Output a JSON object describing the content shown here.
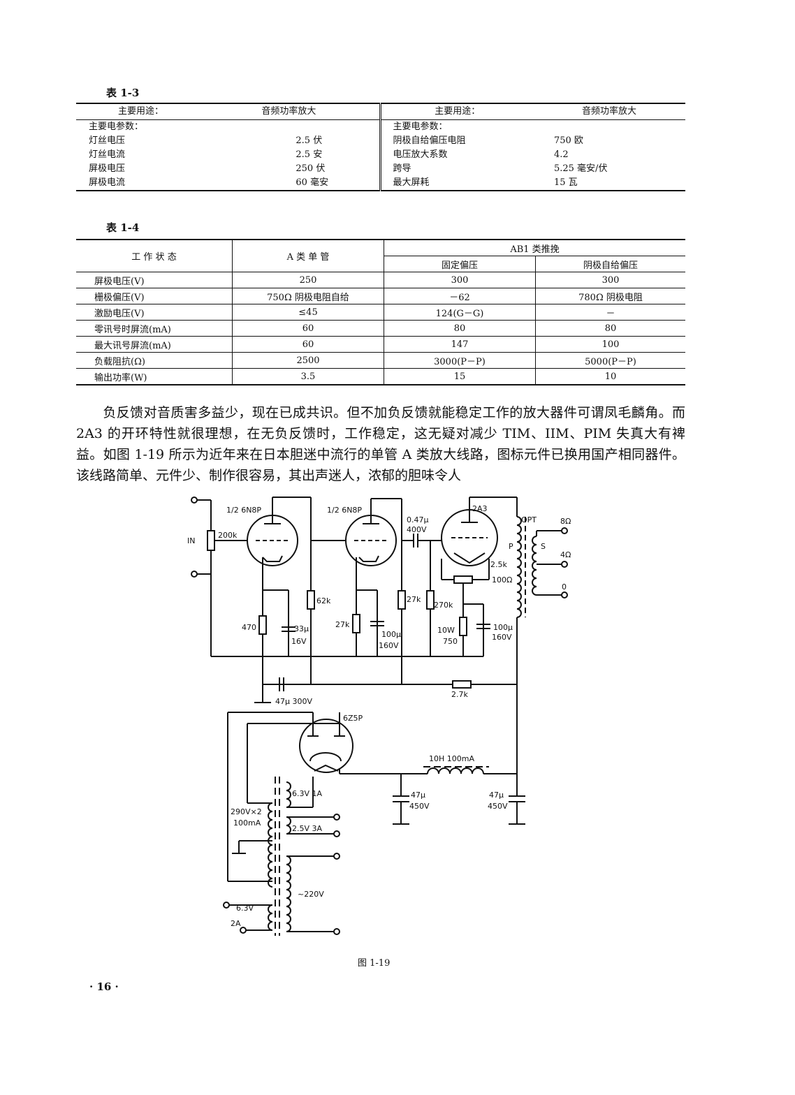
{
  "table13": {
    "caption": "表 1-3",
    "left": {
      "header_label": "主要用途：",
      "header_value": "音频功率放大",
      "section": "主要电参数：",
      "rows": [
        {
          "k": "灯丝电压",
          "v": "2.5 伏"
        },
        {
          "k": "灯丝电流",
          "v": "2.5 安"
        },
        {
          "k": "屏极电压",
          "v": "250 伏"
        },
        {
          "k": "屏极电流",
          "v": "60 毫安"
        }
      ]
    },
    "right": {
      "header_label": "主要用途：",
      "header_value": "音频功率放大",
      "section": "主要电参数：",
      "rows": [
        {
          "k": "阴极自给偏压电阻",
          "v": "750 欧"
        },
        {
          "k": "电压放大系数",
          "v": "4.2"
        },
        {
          "k": "跨导",
          "v": "5.25 毫安/伏"
        },
        {
          "k": "最大屏耗",
          "v": "15 瓦"
        }
      ]
    }
  },
  "table14": {
    "caption": "表 1-4",
    "col_state": "工 作 状 态",
    "col_a": "A 类 单 管",
    "col_ab1": "AB1 类推挽",
    "col_fixed": "固定偏压",
    "col_cathode": "阴极自给偏压",
    "rows": [
      [
        "屏极电压(V)",
        "250",
        "300",
        "300"
      ],
      [
        "栅极偏压(V)",
        "750Ω 阴极电阻自给",
        "－62",
        "780Ω 阴极电阻"
      ],
      [
        "激励电压(V)",
        "≤45",
        "124(G－G)",
        "－"
      ],
      [
        "零讯号时屏流(mA)",
        "60",
        "80",
        "80"
      ],
      [
        "最大讯号屏流(mA)",
        "60",
        "147",
        "100"
      ],
      [
        "负载阻抗(Ω)",
        "2500",
        "3000(P－P)",
        "5000(P－P)"
      ],
      [
        "输出功率(W)",
        "3.5",
        "15",
        "10"
      ]
    ]
  },
  "paragraph": "负反馈对音质害多益少，现在已成共识。但不加负反馈就能稳定工作的放大器件可谓凤毛麟角。而 2A3 的开环特性就很理想，在无负反馈时，工作稳定，这无疑对减少 TIM、IIM、PIM 失真大有裨益。如图 1-19 所示为近年来在日本胆迷中流行的单管 A 类放大线路，图标元件已换用国产相同器件。该线路简单、元件少、制作很容易，其出声迷人，浓郁的胆味令人",
  "schematic": {
    "tube1": "1/2 6N8P",
    "tube2": "1/2 6N8P",
    "tube3": "2A3",
    "rect": "6Z5P",
    "in": "IN",
    "pot": "200k",
    "r470": "470",
    "c33_a": "33μ",
    "c33_b": "16V",
    "r62k": "62k",
    "r27k_a": "27k",
    "c100_a": "100μ",
    "c100_b": "160V",
    "r27k_b": "27k",
    "c047_a": "0.47μ",
    "c047_b": "400V",
    "r270k": "270k",
    "r25k": "2.5k",
    "r100": "100Ω",
    "r750_a": "10W",
    "r750_b": "750",
    "c100c_a": "100μ",
    "c100c_b": "160V",
    "opt": "OPT",
    "p": "P",
    "s": "S",
    "o8": "8Ω",
    "o4": "4Ω",
    "o0": "0",
    "c47_300": "47μ 300V",
    "r27k_fb": "2.7k",
    "choke": "10H 100mA",
    "c47a_a": "47μ",
    "c47a_b": "450V",
    "c47b_a": "47μ",
    "c47b_b": "450V",
    "h63": "6.3V 1A",
    "hv": "290V×2",
    "hv_i": "100mA",
    "h25": "2.5V 3A",
    "mains": "~220V",
    "h63b": "6.3V",
    "h2a": "2A"
  },
  "figure_caption": "图 1-19",
  "page_number": "· 16 ·"
}
